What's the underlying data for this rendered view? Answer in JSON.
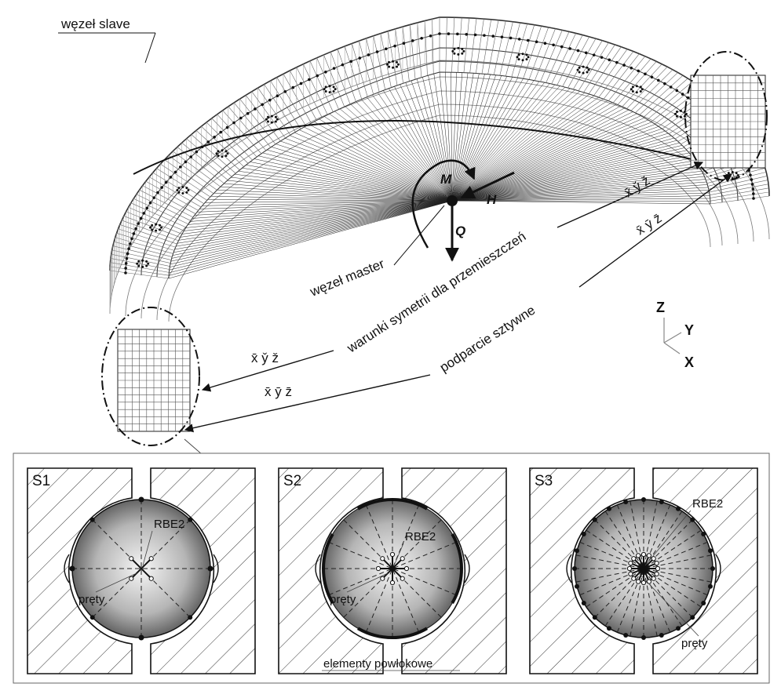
{
  "labels": {
    "slave_node": "węzeł slave",
    "master_node": "węzeł master",
    "moment": "M",
    "horizontal_force": "H",
    "vertical_force": "Q",
    "symmetry_conditions": "warunki symetrii dla przemieszczeń",
    "rigid_support": "podparcie sztywne",
    "dof_free_right": "x̄ y̌ ž",
    "dof_fixed_right": "x̄ ȳ z̄",
    "dof_free_left": "x̄ y̌ ž",
    "dof_fixed_left": "x̄ ȳ z̄"
  },
  "axes": {
    "z": "Z",
    "y": "Y",
    "x": "X"
  },
  "panels": [
    {
      "id": "S1",
      "rbe_label": "RBE2",
      "rods_label": "pręty",
      "rods": 2,
      "shell_label": ""
    },
    {
      "id": "S2",
      "rbe_label": "RBE2",
      "rods_label": "pręty",
      "rods": 4,
      "shell_label": "elementy powłokowe"
    },
    {
      "id": "S3",
      "rbe_label": "RBE2",
      "rods_label": "pręty",
      "rods": 8,
      "shell_label": ""
    }
  ],
  "colors": {
    "line": "#111111",
    "mesh": "#555555",
    "ball_light": "#f4f4f4",
    "ball_dark": "#5a5a5a"
  }
}
